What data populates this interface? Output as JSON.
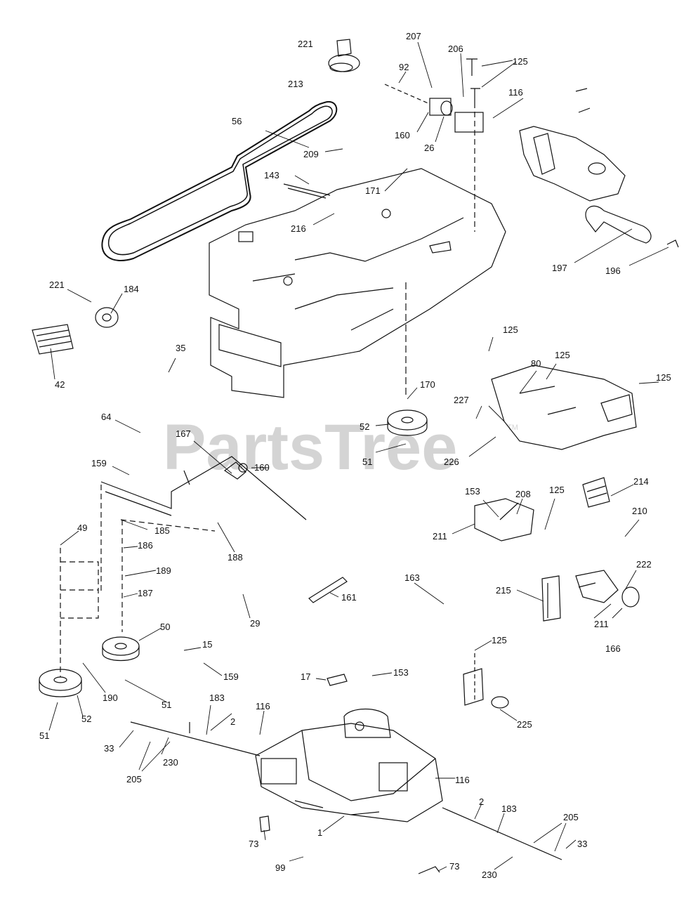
{
  "diagram": {
    "watermark": "PartsTree",
    "watermark_mark": "TM",
    "callouts": [
      "221",
      "213",
      "207",
      "206",
      "125",
      "92",
      "116",
      "56",
      "160",
      "26",
      "209",
      "171",
      "143",
      "216",
      "197",
      "196",
      "221",
      "184",
      "42",
      "35",
      "125",
      "80",
      "125",
      "170",
      "125",
      "227",
      "52",
      "51",
      "226",
      "64",
      "167",
      "160",
      "159",
      "153",
      "208",
      "125",
      "214",
      "211",
      "210",
      "185",
      "49",
      "186",
      "188",
      "189",
      "187",
      "161",
      "163",
      "215",
      "222",
      "211",
      "166",
      "29",
      "50",
      "15",
      "159",
      "125",
      "17",
      "153",
      "51",
      "52",
      "51",
      "190",
      "183",
      "116",
      "225",
      "33",
      "205",
      "230",
      "2",
      "116",
      "1",
      "2",
      "183",
      "73",
      "205",
      "33",
      "99",
      "73",
      "230"
    ]
  }
}
